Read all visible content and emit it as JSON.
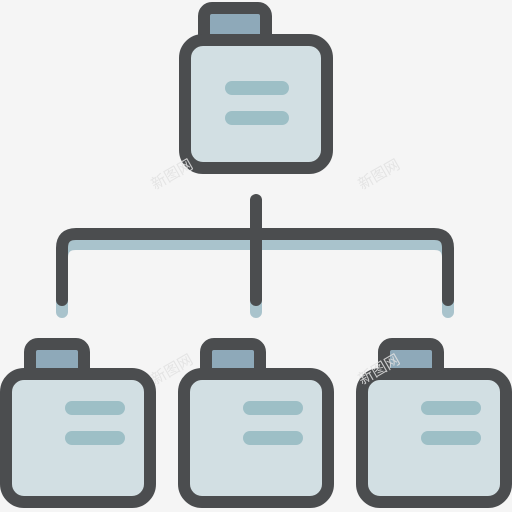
{
  "icon": {
    "name": "hierarchy-icon",
    "description_name": "organization-chart",
    "colors": {
      "background": "#f5f5f5",
      "outline": "#4b4d4f",
      "box_fill": "#d2dfe3",
      "tab_fill": "#8ea9b9",
      "line_accent": "#a9c1cb",
      "text_line": "#9dbfc6",
      "connector_shadow": "#a9c3cc"
    }
  },
  "watermarks": [
    "新图网",
    "新图网",
    "新图网",
    "新图网"
  ]
}
